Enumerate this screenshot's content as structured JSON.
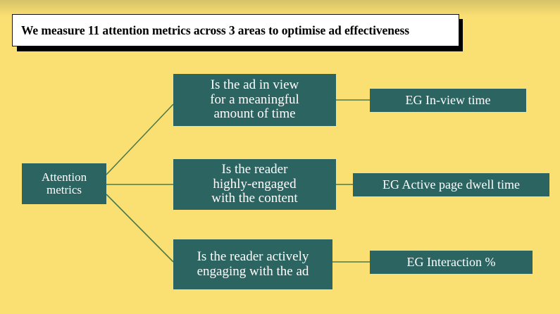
{
  "slide": {
    "title": "We measure 11 attention metrics across 3 areas to optimise ad effectiveness",
    "background_color": "#fadf72",
    "node_color": "#2b6461",
    "node_text_color": "#ffffff",
    "title_background_color": "#ffffff",
    "title_text_color": "#000000",
    "title_shadow_color": "#000000",
    "connector_color": "#4d7a4a"
  },
  "diagram": {
    "root": {
      "label": "Attention\nmetrics"
    },
    "branches": [
      {
        "question": "Is the ad in view\nfor a meaningful\namount of time",
        "example": "EG In-view time"
      },
      {
        "question": "Is the reader\nhighly-engaged\nwith the content",
        "example": "EG Active page dwell time"
      },
      {
        "question": "Is the reader actively\nengaging with the ad",
        "example": "EG Interaction %"
      }
    ]
  }
}
